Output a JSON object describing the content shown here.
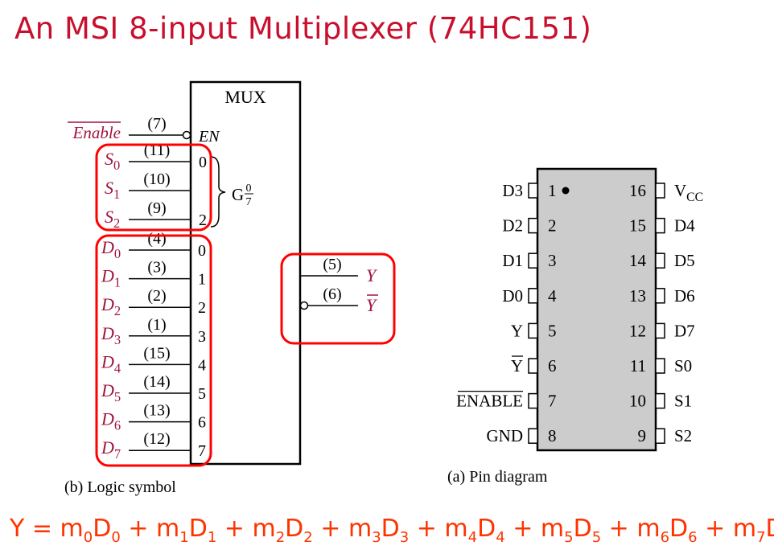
{
  "title": "An MSI 8-input Multiplexer (74HC151)",
  "logic_symbol": {
    "block_label": "MUX",
    "enable": {
      "label": "Enable",
      "pin": "(7)",
      "inner": "EN"
    },
    "selects": [
      {
        "base": "S",
        "sub": "0",
        "pin": "(11)",
        "inner": "0"
      },
      {
        "base": "S",
        "sub": "1",
        "pin": "(10)",
        "inner": ""
      },
      {
        "base": "S",
        "sub": "2",
        "pin": "(9)",
        "inner": "2"
      }
    ],
    "group_label": {
      "base": "G",
      "num": "0",
      "den": "7"
    },
    "data_inputs": [
      {
        "base": "D",
        "sub": "0",
        "pin": "(4)",
        "inner": "0"
      },
      {
        "base": "D",
        "sub": "1",
        "pin": "(3)",
        "inner": "1"
      },
      {
        "base": "D",
        "sub": "2",
        "pin": "(2)",
        "inner": "2"
      },
      {
        "base": "D",
        "sub": "3",
        "pin": "(1)",
        "inner": "3"
      },
      {
        "base": "D",
        "sub": "4",
        "pin": "(15)",
        "inner": "4"
      },
      {
        "base": "D",
        "sub": "5",
        "pin": "(14)",
        "inner": "5"
      },
      {
        "base": "D",
        "sub": "6",
        "pin": "(13)",
        "inner": "6"
      },
      {
        "base": "D",
        "sub": "7",
        "pin": "(12)",
        "inner": "7"
      }
    ],
    "outputs": [
      {
        "label": "Y",
        "pin": "(5)",
        "inverted": false
      },
      {
        "label": "Y",
        "pin": "(6)",
        "inverted": true
      }
    ],
    "caption": "(b)  Logic symbol"
  },
  "pin_diagram": {
    "left": [
      {
        "label": "D3",
        "num": "1"
      },
      {
        "label": "D2",
        "num": "2"
      },
      {
        "label": "D1",
        "num": "3"
      },
      {
        "label": "D0",
        "num": "4"
      },
      {
        "label": "Y",
        "num": "5"
      },
      {
        "label": "Y",
        "num": "6",
        "overbar": true
      },
      {
        "label": "ENABLE",
        "num": "7",
        "overbar": true
      },
      {
        "label": "GND",
        "num": "8"
      }
    ],
    "right": [
      {
        "label": "V",
        "sub": "CC",
        "num": "16"
      },
      {
        "label": "D4",
        "num": "15"
      },
      {
        "label": "D5",
        "num": "14"
      },
      {
        "label": "D6",
        "num": "13"
      },
      {
        "label": "D7",
        "num": "12"
      },
      {
        "label": "S0",
        "num": "11"
      },
      {
        "label": "S1",
        "num": "10"
      },
      {
        "label": "S2",
        "num": "9"
      }
    ],
    "caption": "(a)  Pin diagram"
  },
  "formula": {
    "lhs": "Y",
    "terms": [
      {
        "m": "m",
        "i": "0",
        "d": "D"
      },
      {
        "m": "m",
        "i": "1",
        "d": "D"
      },
      {
        "m": "m",
        "i": "2",
        "d": "D"
      },
      {
        "m": "m",
        "i": "3",
        "d": "D"
      },
      {
        "m": "m",
        "i": "4",
        "d": "D"
      },
      {
        "m": "m",
        "i": "5",
        "d": "D"
      },
      {
        "m": "m",
        "i": "6",
        "d": "D"
      },
      {
        "m": "m",
        "i": "7",
        "d": "D"
      }
    ]
  },
  "colors": {
    "title": "#c8102e",
    "label": "#a0153e",
    "highlight": "#ff0000",
    "formula": "#ff3300",
    "chip": "#cccccc"
  }
}
